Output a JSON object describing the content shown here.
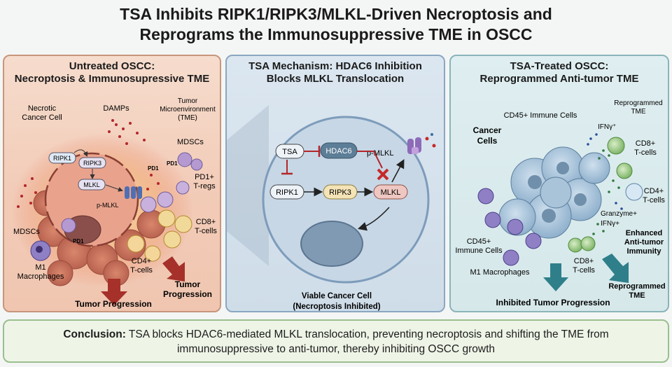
{
  "title": {
    "line1": "TSA Inhibits RIPK1/RIPK3/MLKL-Driven Necroptosis and",
    "line2": "Reprograms the Immunosuppressive TME in OSCC"
  },
  "panel_left": {
    "title1": "Untreated OSCC:",
    "title2": "Necroptosis & Immunosupressive TME",
    "necrotic1": "Necrotic",
    "necrotic2": "Cancer Cell",
    "damps": "DAMPs",
    "tme1": "Tumor",
    "tme2": "Microenvironment",
    "tme3": "(TME)",
    "mdscs_top": "MDSCs",
    "ripk1": "RIPK1",
    "ripk3": "RIPK3",
    "mlkl": "MLKL",
    "pmlkl": "p-MLKL",
    "pd1_a": "PD1",
    "pd1_b": "PD1",
    "pd1_c": "PD1",
    "pd1_tregs1": "PD1+",
    "pd1_tregs2": "T-regs",
    "mdscs_left": "MDSCs",
    "cd8_1": "CD8+",
    "cd8_2": "T-cells",
    "m1_1": "M1",
    "m1_2": "Macrophages",
    "cd4_1": "CD4+",
    "cd4_2": "T-cells",
    "tp_left": "Tumor Progression",
    "tp_right1": "Tumor",
    "tp_right2": "Progression"
  },
  "panel_mid": {
    "title1": "TSA Mechanism: HDAC6 Inhibition",
    "title2": "Blocks MLKL Translocation",
    "tsa": "TSA",
    "hdac6": "HDAC6",
    "pmlkl": "p-MLKL",
    "ripk1": "RIPK1",
    "ripk3": "RIPK3",
    "mlkl": "MLKL",
    "viable1": "Viable Cancer Cell",
    "viable2": "(Necroptosis Inhibited)"
  },
  "panel_right": {
    "title1": "TSA-Treated OSCC:",
    "title2": "Reprogrammed Anti-tumor TME",
    "cd45_top": "CD45+ Immune Cells",
    "reprog1": "Reprogrammed",
    "reprog2": "TME",
    "ifn_top": "IFNγ⁺",
    "cancer1": "Cancer",
    "cancer2": "Cells",
    "cd8_1": "CD8+",
    "cd8_2": "T-cells",
    "cd4_1": "CD4+",
    "cd4_2": "T-cells",
    "granzyme": "Granzyme+",
    "ifn_bottom": "IFNγ+",
    "cd45_left1": "CD45+",
    "cd45_left2": "Immune Cells",
    "enhanced1": "Enhanced",
    "enhanced2": "Anti-tumor",
    "enhanced3": "Immunity",
    "cd8b_1": "CD8+",
    "cd8b_2": "T-cells",
    "m1": "M1 Macrophages",
    "reprog_b1": "Reprogrammed",
    "reprog_b2": "TME",
    "inhibited": "Inhibited Tumor Progression"
  },
  "conclusion": {
    "label": "Conclusion:",
    "text1": " TSA blocks HDAC6-mediated MLKL translocation, preventing necroptosis and shifting the TME from",
    "text2": "immunosuppressive to anti-tumor, thereby inhibiting OSCC growth"
  },
  "colors": {
    "left_bg": "#f2cbb7",
    "mid_bg": "#cfdde9",
    "right_bg": "#d6e8ea",
    "conclusion_bg": "#eef5e7",
    "arrow_red": "#a6302a",
    "arrow_teal": "#2f7f8a"
  }
}
